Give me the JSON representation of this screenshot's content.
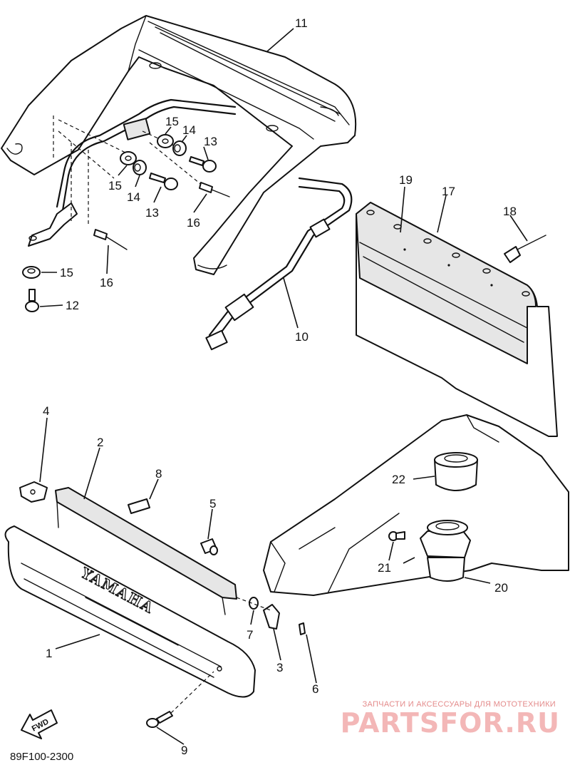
{
  "diagram_code": "89F100-2300",
  "forward_marker": "FWD",
  "brand_lettering": "YAMAHA",
  "watermark": {
    "tagline": "ЗАПЧАСТИ И АКСЕССУАРЫ ДЛЯ МОТОТЕХНИКИ",
    "site": "PARTSFOR.RU"
  },
  "callouts": {
    "c1": "1",
    "c2": "2",
    "c3": "3",
    "c4": "4",
    "c5": "5",
    "c6": "6",
    "c7": "7",
    "c8": "8",
    "c9": "9",
    "c10": "10",
    "c11": "11",
    "c12": "12",
    "c13a": "13",
    "c13b": "13",
    "c14a": "14",
    "c14b": "14",
    "c15a": "15",
    "c15b": "15",
    "c15c": "15",
    "c16a": "16",
    "c16b": "16",
    "c17": "17",
    "c18": "18",
    "c19": "19",
    "c20": "20",
    "c21": "21",
    "c22": "22"
  }
}
